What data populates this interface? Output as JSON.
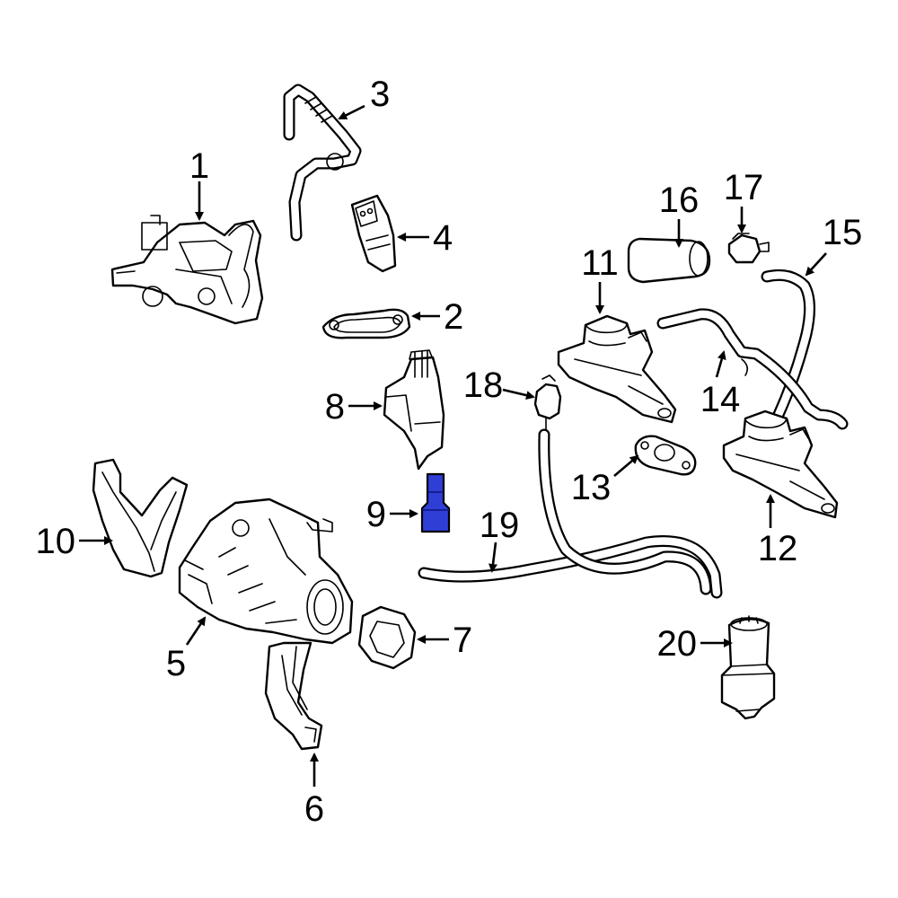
{
  "diagram": {
    "highlight_color": "#2f3fd6",
    "highlighted_part": "9",
    "callouts": [
      "1",
      "2",
      "3",
      "4",
      "5",
      "6",
      "7",
      "8",
      "9",
      "10",
      "11",
      "12",
      "13",
      "14",
      "15",
      "16",
      "17",
      "18",
      "19",
      "20"
    ]
  }
}
